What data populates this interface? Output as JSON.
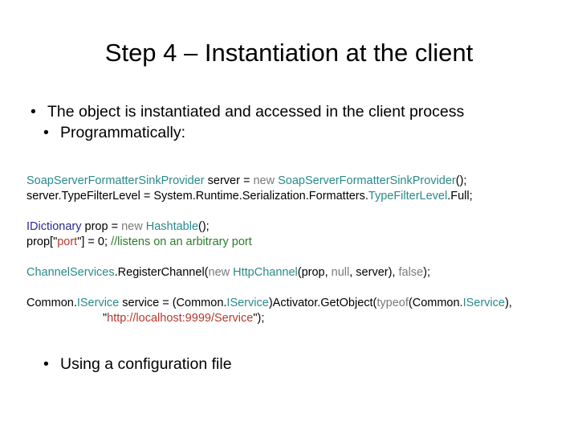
{
  "slide": {
    "title": "Step 4 – Instantiation at the client",
    "bullet_glyph": "•",
    "bullets_top": [
      {
        "level": 1,
        "text": "The object is instantiated and accessed in the client process"
      },
      {
        "level": 2,
        "text": "Programmatically:"
      }
    ],
    "bullets_bottom": [
      {
        "level": 2,
        "text": "Using a configuration file"
      }
    ],
    "code": {
      "blocks": [
        {
          "id": "block-soap-provider",
          "lines": [
            {
              "id": "code-line-1",
              "tokens": [
                {
                  "text": "SoapServerFormatterSinkProvider",
                  "cls": "tok-type"
                },
                {
                  "text": " server = ",
                  "cls": "tok-plain"
                },
                {
                  "text": "new",
                  "cls": "tok-kw"
                },
                {
                  "text": " ",
                  "cls": "tok-plain"
                },
                {
                  "text": "SoapServerFormatterSinkProvider",
                  "cls": "tok-type"
                },
                {
                  "text": "();",
                  "cls": "tok-plain"
                }
              ]
            },
            {
              "id": "code-line-2",
              "tokens": [
                {
                  "text": "server.TypeFilterLevel = System.Runtime.Serialization.Formatters.",
                  "cls": "tok-plain"
                },
                {
                  "text": "TypeFilterLevel",
                  "cls": "tok-type"
                },
                {
                  "text": ".Full;",
                  "cls": "tok-plain"
                }
              ]
            }
          ]
        },
        {
          "id": "block-idictionary",
          "lines": [
            {
              "id": "code-line-3",
              "tokens": [
                {
                  "text": "IDictionary",
                  "cls": "tok-iface"
                },
                {
                  "text": " prop = ",
                  "cls": "tok-plain"
                },
                {
                  "text": "new",
                  "cls": "tok-kw"
                },
                {
                  "text": " ",
                  "cls": "tok-plain"
                },
                {
                  "text": "Hashtable",
                  "cls": "tok-type"
                },
                {
                  "text": "();",
                  "cls": "tok-plain"
                }
              ]
            },
            {
              "id": "code-line-4",
              "tokens": [
                {
                  "text": "prop[",
                  "cls": "tok-plain"
                },
                {
                  "text": "\"",
                  "cls": "tok-plain"
                },
                {
                  "text": "port",
                  "cls": "tok-str"
                },
                {
                  "text": "\"",
                  "cls": "tok-plain"
                },
                {
                  "text": "] = 0; ",
                  "cls": "tok-plain"
                },
                {
                  "text": "//listens on an arbitrary port",
                  "cls": "tok-comment"
                }
              ]
            }
          ]
        },
        {
          "id": "block-channel-services",
          "lines": [
            {
              "id": "code-line-5",
              "tokens": [
                {
                  "text": "ChannelServices",
                  "cls": "tok-type"
                },
                {
                  "text": ".RegisterChannel(",
                  "cls": "tok-plain"
                },
                {
                  "text": "new",
                  "cls": "tok-kw"
                },
                {
                  "text": " ",
                  "cls": "tok-plain"
                },
                {
                  "text": "HttpChannel",
                  "cls": "tok-type"
                },
                {
                  "text": "(prop, ",
                  "cls": "tok-plain"
                },
                {
                  "text": "null",
                  "cls": "tok-kw"
                },
                {
                  "text": ", server), ",
                  "cls": "tok-plain"
                },
                {
                  "text": "false",
                  "cls": "tok-kw"
                },
                {
                  "text": ");",
                  "cls": "tok-plain"
                }
              ]
            }
          ]
        },
        {
          "id": "block-activator",
          "lines": [
            {
              "id": "code-line-6",
              "tokens": [
                {
                  "text": "Common.",
                  "cls": "tok-plain"
                },
                {
                  "text": "IService",
                  "cls": "tok-type"
                },
                {
                  "text": " service = (Common.",
                  "cls": "tok-plain"
                },
                {
                  "text": "IService",
                  "cls": "tok-type"
                },
                {
                  "text": ")Activator.GetObject(",
                  "cls": "tok-plain"
                },
                {
                  "text": "typeof",
                  "cls": "tok-kw"
                },
                {
                  "text": "(Common.",
                  "cls": "tok-plain"
                },
                {
                  "text": "IService",
                  "cls": "tok-type"
                },
                {
                  "text": "),",
                  "cls": "tok-plain"
                }
              ]
            },
            {
              "id": "code-line-7",
              "indent": true,
              "tokens": [
                {
                  "text": "\"",
                  "cls": "tok-plain"
                },
                {
                  "text": "http://localhost:9999/Service",
                  "cls": "tok-str"
                },
                {
                  "text": "\"",
                  "cls": "tok-plain"
                },
                {
                  "text": ");",
                  "cls": "tok-plain"
                }
              ]
            }
          ]
        }
      ]
    }
  },
  "colors": {
    "background": "#ffffff",
    "text": "#000000",
    "type_teal": "#2a8a8a",
    "interface_navy": "#2b2b8f",
    "keyword_grey": "#7a7a7a",
    "string_red": "#b03a2e",
    "comment_green": "#2f7a2f"
  }
}
